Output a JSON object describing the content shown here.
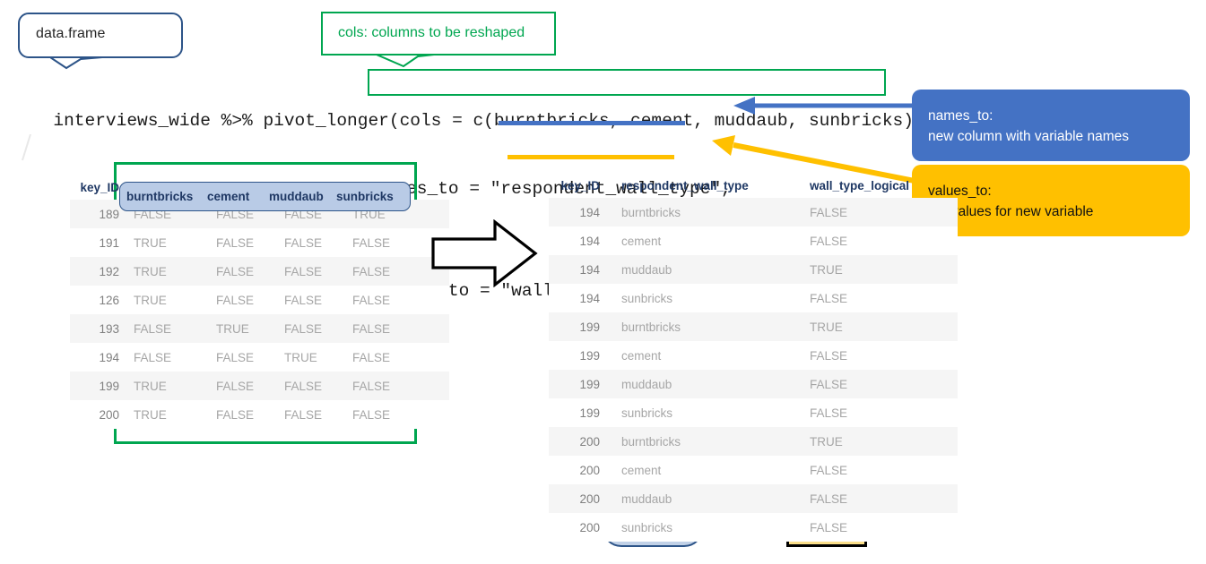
{
  "callouts": {
    "data_frame": "data.frame",
    "cols": "cols: columns to be reshaped"
  },
  "code": {
    "line1": "interviews_wide %>% pivot_longer(cols = c(burntbricks, cement, muddaub, sunbricks),",
    "line2": "names_to = \"respondent_wall_type\",",
    "line3": "values_to = \"wall_type_logical\")"
  },
  "info_boxes": {
    "names_to": {
      "title": "names_to:",
      "desc": "new column with variable names",
      "color": "#4472c4"
    },
    "values_to": {
      "title": "values_to:",
      "desc": "the values for new variable",
      "color": "#ffc000"
    }
  },
  "left_table": {
    "key_header": "key_ID",
    "columns": [
      "burntbricks",
      "cement",
      "muddaub",
      "sunbricks"
    ],
    "rows": [
      {
        "key": "189",
        "values": [
          "FALSE",
          "FALSE",
          "FALSE",
          "TRUE"
        ]
      },
      {
        "key": "191",
        "values": [
          "TRUE",
          "FALSE",
          "FALSE",
          "FALSE"
        ]
      },
      {
        "key": "192",
        "values": [
          "TRUE",
          "FALSE",
          "FALSE",
          "FALSE"
        ]
      },
      {
        "key": "126",
        "values": [
          "TRUE",
          "FALSE",
          "FALSE",
          "FALSE"
        ]
      },
      {
        "key": "193",
        "values": [
          "FALSE",
          "TRUE",
          "FALSE",
          "FALSE"
        ]
      },
      {
        "key": "194",
        "values": [
          "FALSE",
          "FALSE",
          "TRUE",
          "FALSE"
        ]
      },
      {
        "key": "199",
        "values": [
          "TRUE",
          "FALSE",
          "FALSE",
          "FALSE"
        ]
      },
      {
        "key": "200",
        "values": [
          "TRUE",
          "FALSE",
          "FALSE",
          "FALSE"
        ]
      }
    ]
  },
  "right_table": {
    "key_header": "key_ID",
    "names_header": "respondent_wall_type",
    "values_header": "wall_type_logical",
    "rows": [
      {
        "key": "194",
        "name": "burntbricks",
        "value": "FALSE"
      },
      {
        "key": "194",
        "name": "cement",
        "value": "FALSE"
      },
      {
        "key": "194",
        "name": "muddaub",
        "value": "TRUE"
      },
      {
        "key": "194",
        "name": "sunbricks",
        "value": "FALSE"
      },
      {
        "key": "199",
        "name": "burntbricks",
        "value": "TRUE"
      },
      {
        "key": "199",
        "name": "cement",
        "value": "FALSE"
      },
      {
        "key": "199",
        "name": "muddaub",
        "value": "FALSE"
      },
      {
        "key": "199",
        "name": "sunbricks",
        "value": "FALSE"
      },
      {
        "key": "200",
        "name": "burntbricks",
        "value": "TRUE"
      },
      {
        "key": "200",
        "name": "cement",
        "value": "FALSE"
      },
      {
        "key": "200",
        "name": "muddaub",
        "value": "FALSE"
      },
      {
        "key": "200",
        "name": "sunbricks",
        "value": "FALSE"
      }
    ]
  },
  "colors": {
    "green": "#00a650",
    "blue": "#4472c4",
    "dark_blue": "#2d5488",
    "gold": "#ffc000",
    "yellow_fill": "#fbdf8a",
    "blue_fill": "#b9cbe6",
    "header_text": "#1f3864",
    "cell_text": "#a6a6a6"
  }
}
